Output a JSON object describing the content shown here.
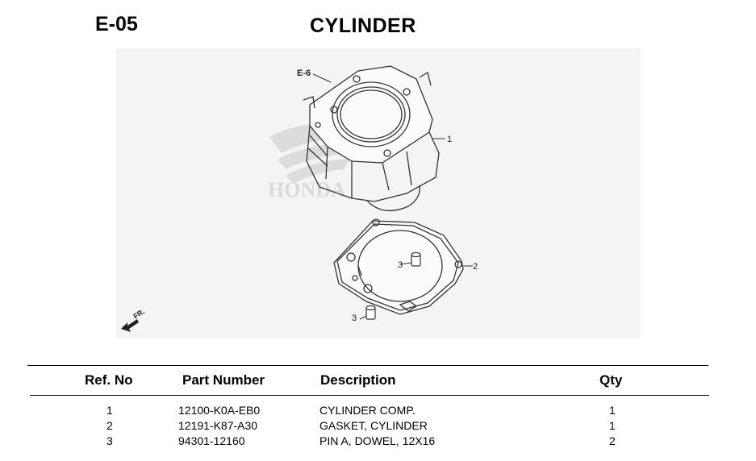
{
  "page": {
    "code": "E-05",
    "title": "CYLINDER"
  },
  "diagram": {
    "callouts": {
      "ref_e6": "E-6",
      "c1": "1",
      "c2": "2",
      "c3a": "3",
      "c3b": "3",
      "front_mark": "FR."
    },
    "watermark": "HONDA"
  },
  "table": {
    "headers": {
      "ref": "Ref. No",
      "part": "Part Number",
      "desc": "Description",
      "qty": "Qty"
    },
    "rows": [
      {
        "ref": "1",
        "part": "12100-K0A-EB0",
        "desc": "CYLINDER COMP.",
        "qty": "1"
      },
      {
        "ref": "2",
        "part": "12191-K87-A30",
        "desc": "GASKET, CYLINDER",
        "qty": "1"
      },
      {
        "ref": "3",
        "part": "94301-12160",
        "desc": "PIN A, DOWEL, 12X16",
        "qty": "2"
      }
    ]
  }
}
